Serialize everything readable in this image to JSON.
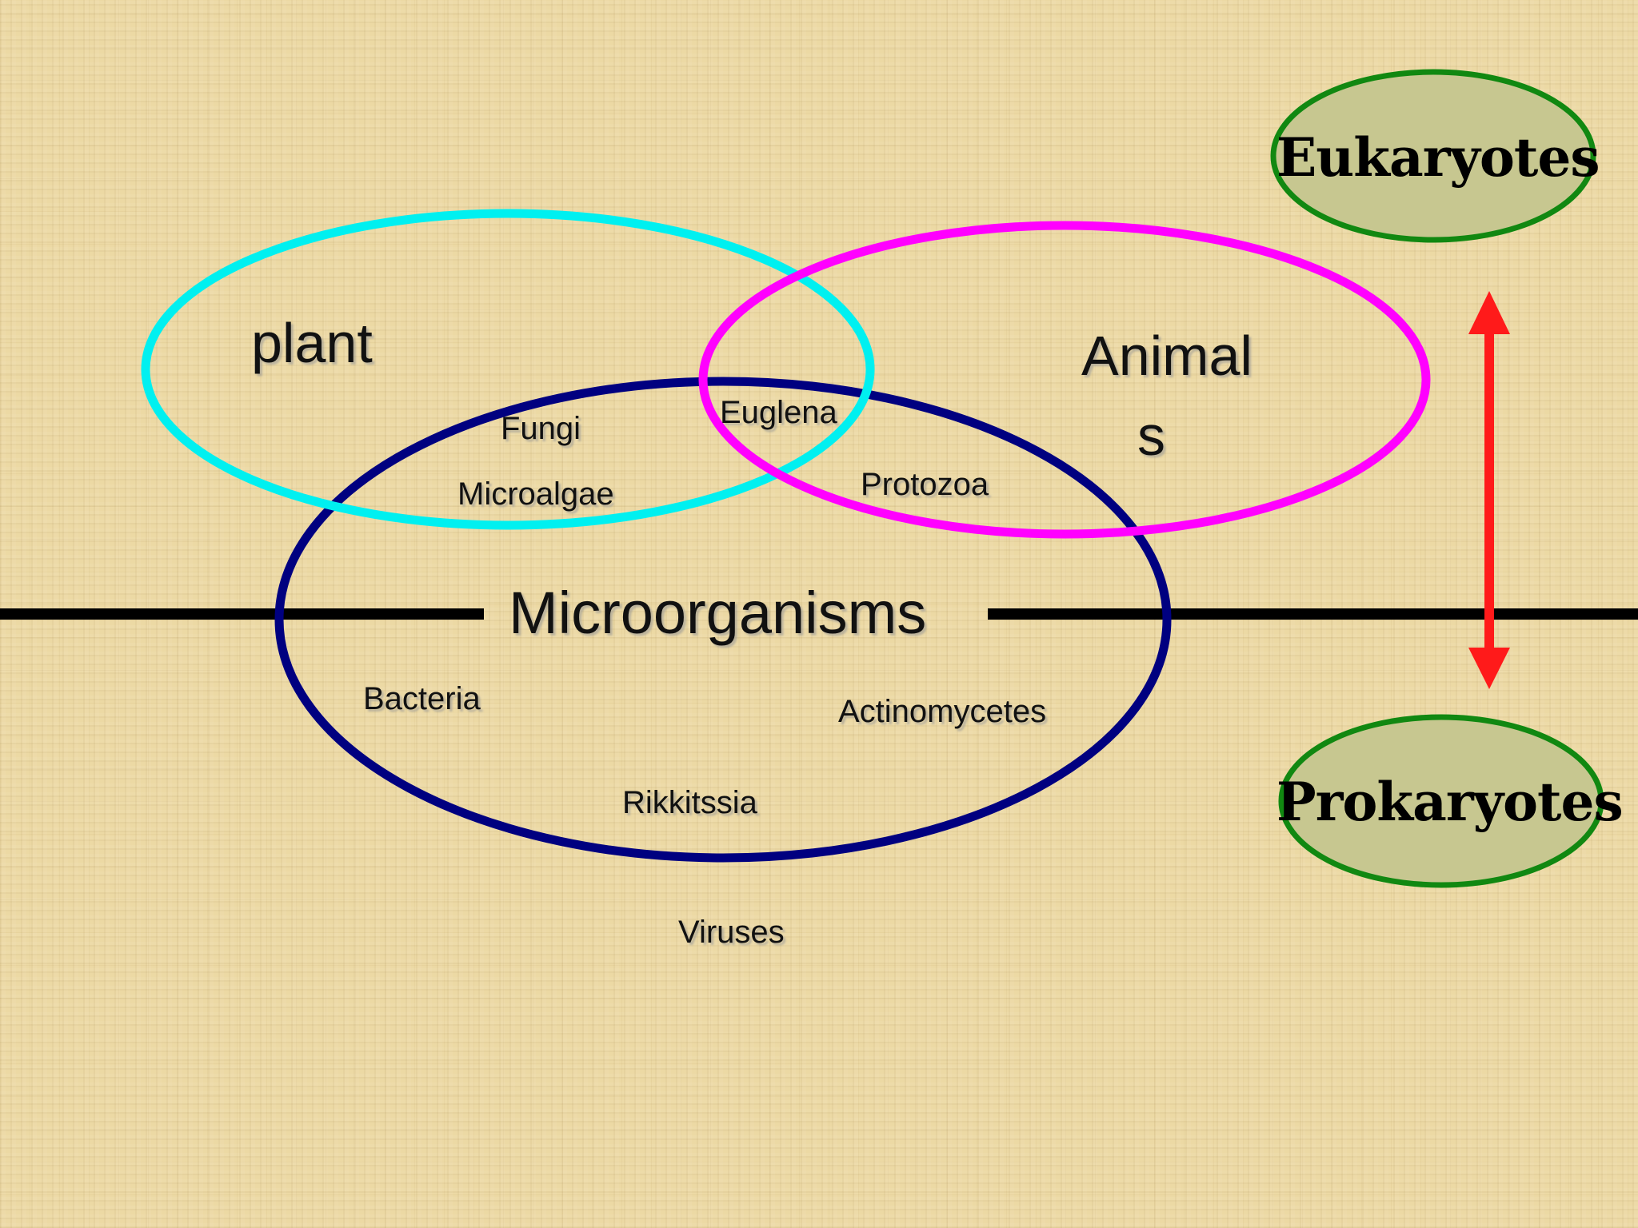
{
  "diagram": {
    "ellipses": {
      "plant": {
        "label": "plant",
        "color": "#00f0f0"
      },
      "animals": {
        "label_line1": "Animal",
        "label_line2": "s",
        "color": "#ff00ff"
      },
      "microorganisms": {
        "label": "Microorganisms",
        "color": "#000080"
      }
    },
    "members": {
      "fungi": "Fungi",
      "microalgae": "Microalgae",
      "euglena": "Euglena",
      "protozoa": "Protozoa",
      "bacteria": "Bacteria",
      "actinomycetes": "Actinomycetes",
      "rikkitssia": "Rikkitssia",
      "viruses": "Viruses"
    },
    "classification": {
      "eukaryotes": {
        "label": "Eukaryotes",
        "fill": "#c7c790",
        "border": "#118811"
      },
      "prokaryotes": {
        "label": "Prokaryotes",
        "fill": "#c7c790",
        "border": "#118811"
      },
      "arrow_color": "#ff1a1a"
    },
    "divider_color": "#000000"
  }
}
